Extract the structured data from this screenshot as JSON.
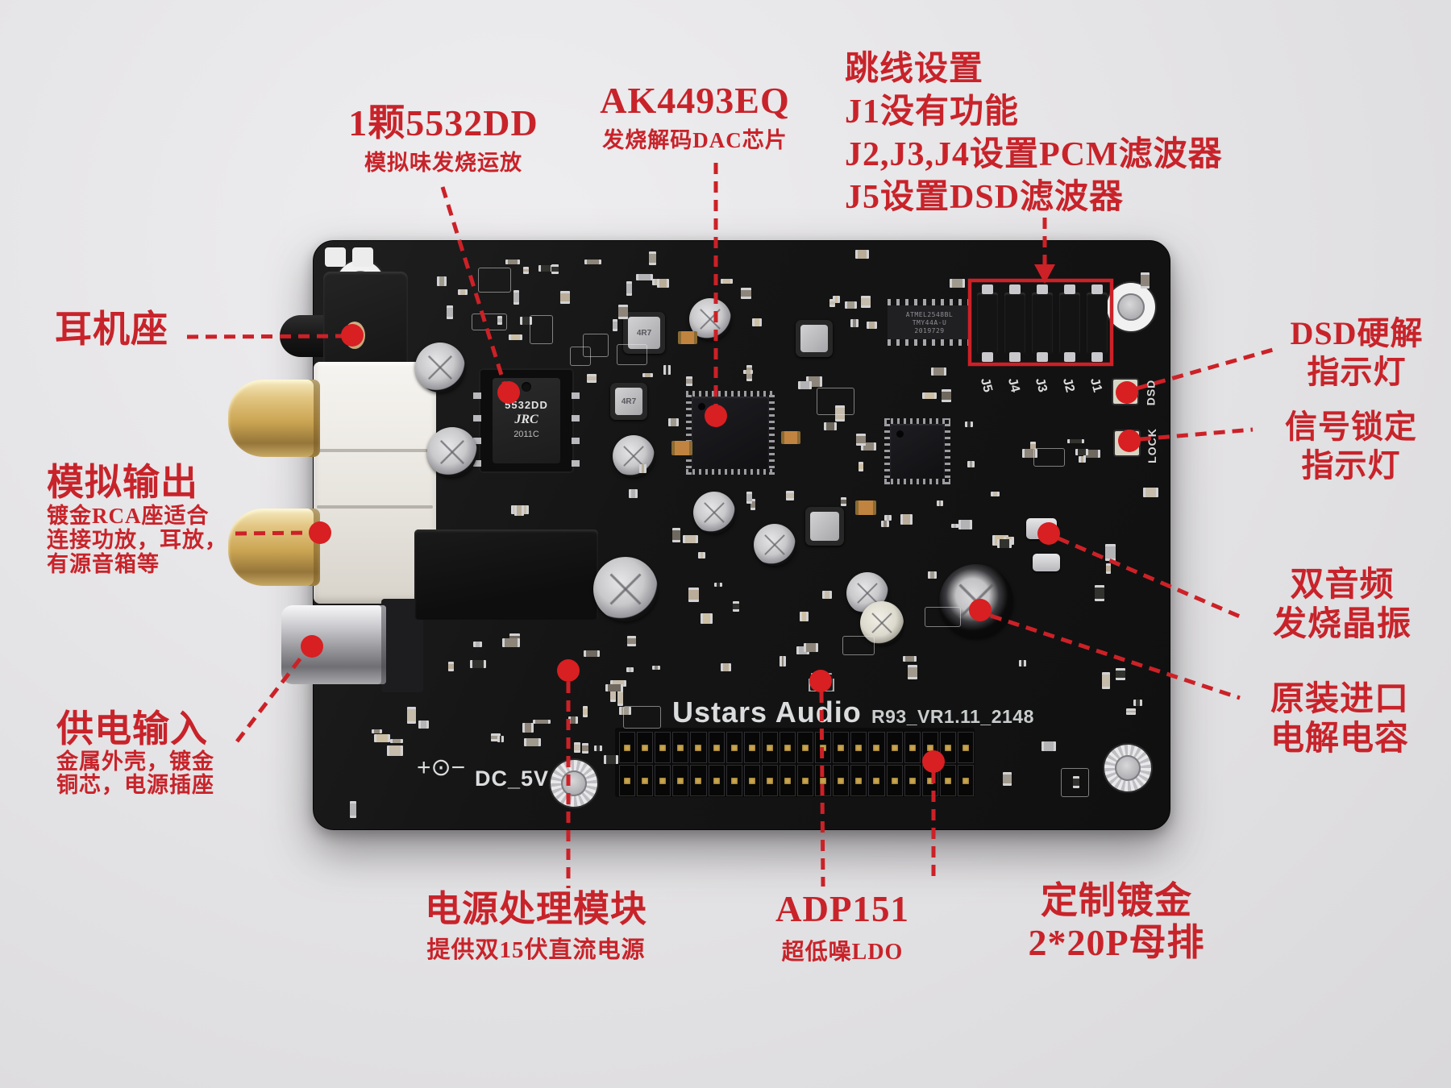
{
  "annotations": {
    "headphone": {
      "title": "耳机座"
    },
    "opamp": {
      "title": "1颗5532DD",
      "sub": "模拟味发烧运放"
    },
    "dac": {
      "title": "AK4493EQ",
      "sub": "发烧解码DAC芯片"
    },
    "jumpers": {
      "line1": "跳线设置",
      "line2": "J1没有功能",
      "line3": "J2,J3,J4设置PCM滤波器",
      "line4": "J5设置DSD滤波器"
    },
    "dsd_led": {
      "line1": "DSD硬解",
      "line2": "指示灯"
    },
    "lock_led": {
      "line1": "信号锁定",
      "line2": "指示灯"
    },
    "analog_out": {
      "title": "模拟输出",
      "sub1": "镀金RCA座适合",
      "sub2": "连接功放，耳放，",
      "sub3": "有源音箱等"
    },
    "crystal": {
      "line1": "双音频",
      "line2": "发烧晶振"
    },
    "power_in": {
      "title": "供电输入",
      "sub1": "金属外壳，镀金",
      "sub2": "铜芯，电源插座"
    },
    "caps": {
      "line1": "原装进口",
      "line2": "电解电容"
    },
    "psu": {
      "title": "电源处理模块",
      "sub": "提供双15伏直流电源"
    },
    "ldo": {
      "title": "ADP151",
      "sub": "超低噪LDO"
    },
    "header": {
      "line1": "定制镀金",
      "line2": "2*20P母排"
    }
  },
  "board": {
    "brand": "Ustars Audio",
    "version": "R93_VR1.11_2148",
    "dc_label": "DC_5V",
    "power_symbol": "+⊙−",
    "jumper_labels": [
      "J5",
      "J4",
      "J3",
      "J2",
      "J1"
    ],
    "led_labels": [
      "DSD",
      "LOCK"
    ],
    "opamp_marking": {
      "line1": "5532DD",
      "line2": "JRC",
      "line3": "2011C"
    },
    "mcu_marking": {
      "line1": "ATMEL2548BL",
      "line2": "TMY44A-U",
      "line3": "2019729"
    },
    "inductor_marking": "4R7"
  },
  "colors": {
    "annotation_red": "#c8232a",
    "dot_red": "#d81f22",
    "pcb_black": "#151515",
    "gold": "#c9a44e",
    "background_gray": "#e5e4e6"
  }
}
